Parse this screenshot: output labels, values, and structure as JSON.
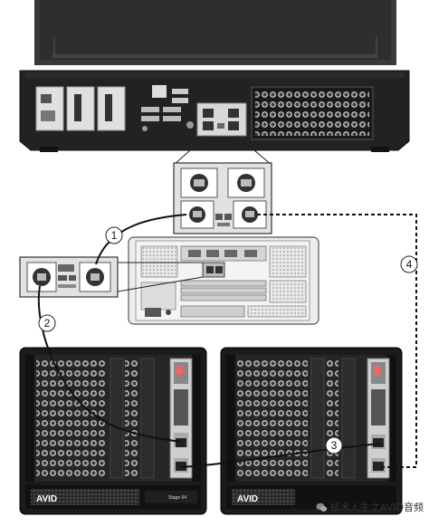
{
  "callouts": [
    {
      "id": "1",
      "label": "1"
    },
    {
      "id": "2",
      "label": "2"
    },
    {
      "id": "3",
      "label": "3"
    },
    {
      "id": "4",
      "label": "4"
    }
  ],
  "racks": {
    "left_brand": "AVID",
    "left_model": "Stage 64",
    "right_brand": "AVID"
  },
  "watermark": "技术人生之AVID音频",
  "colors": {
    "console_body": "#222222",
    "console_top": "#3a3a3a",
    "panel": "#e6e6e6",
    "rack": "#1b1b1b",
    "cable": "#111111"
  }
}
